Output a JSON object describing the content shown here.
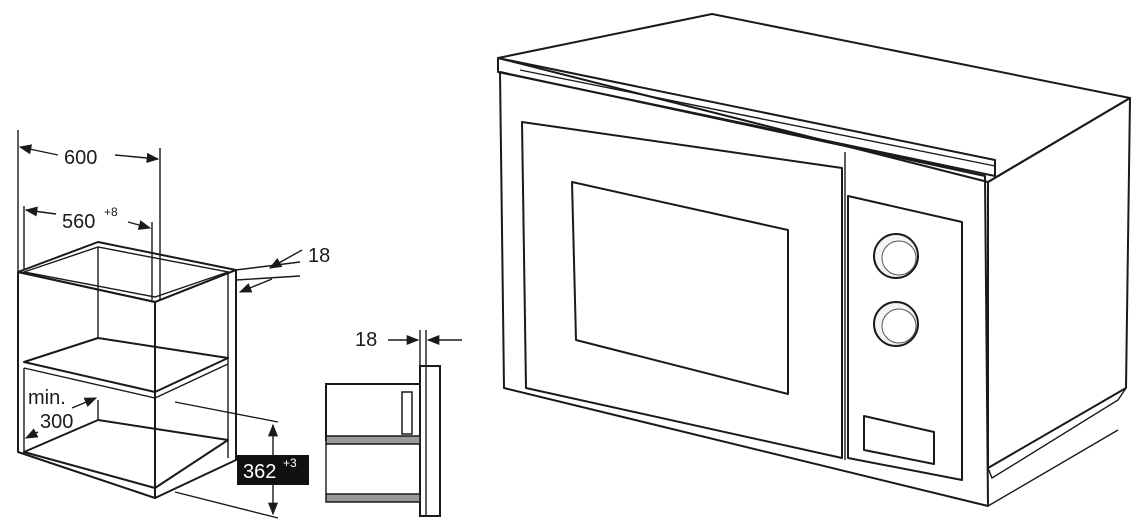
{
  "dimensions": {
    "width_total": "600",
    "width_inner": "560",
    "width_inner_tol": "+8",
    "panel_thickness_top": "18",
    "panel_thickness_side": "18",
    "depth_min_label": "min.",
    "depth_min_value": "300",
    "height_value": "362",
    "height_tol": "+3"
  },
  "colors": {
    "line": "#1a1a1a",
    "panel_grey": "#a7a7a7",
    "window_grey": "#b9b9b9",
    "body_light": "#ebebeb",
    "side_light": "#d8d8d8",
    "knob": "#f4f4f4",
    "highlight_box": "#111111"
  }
}
